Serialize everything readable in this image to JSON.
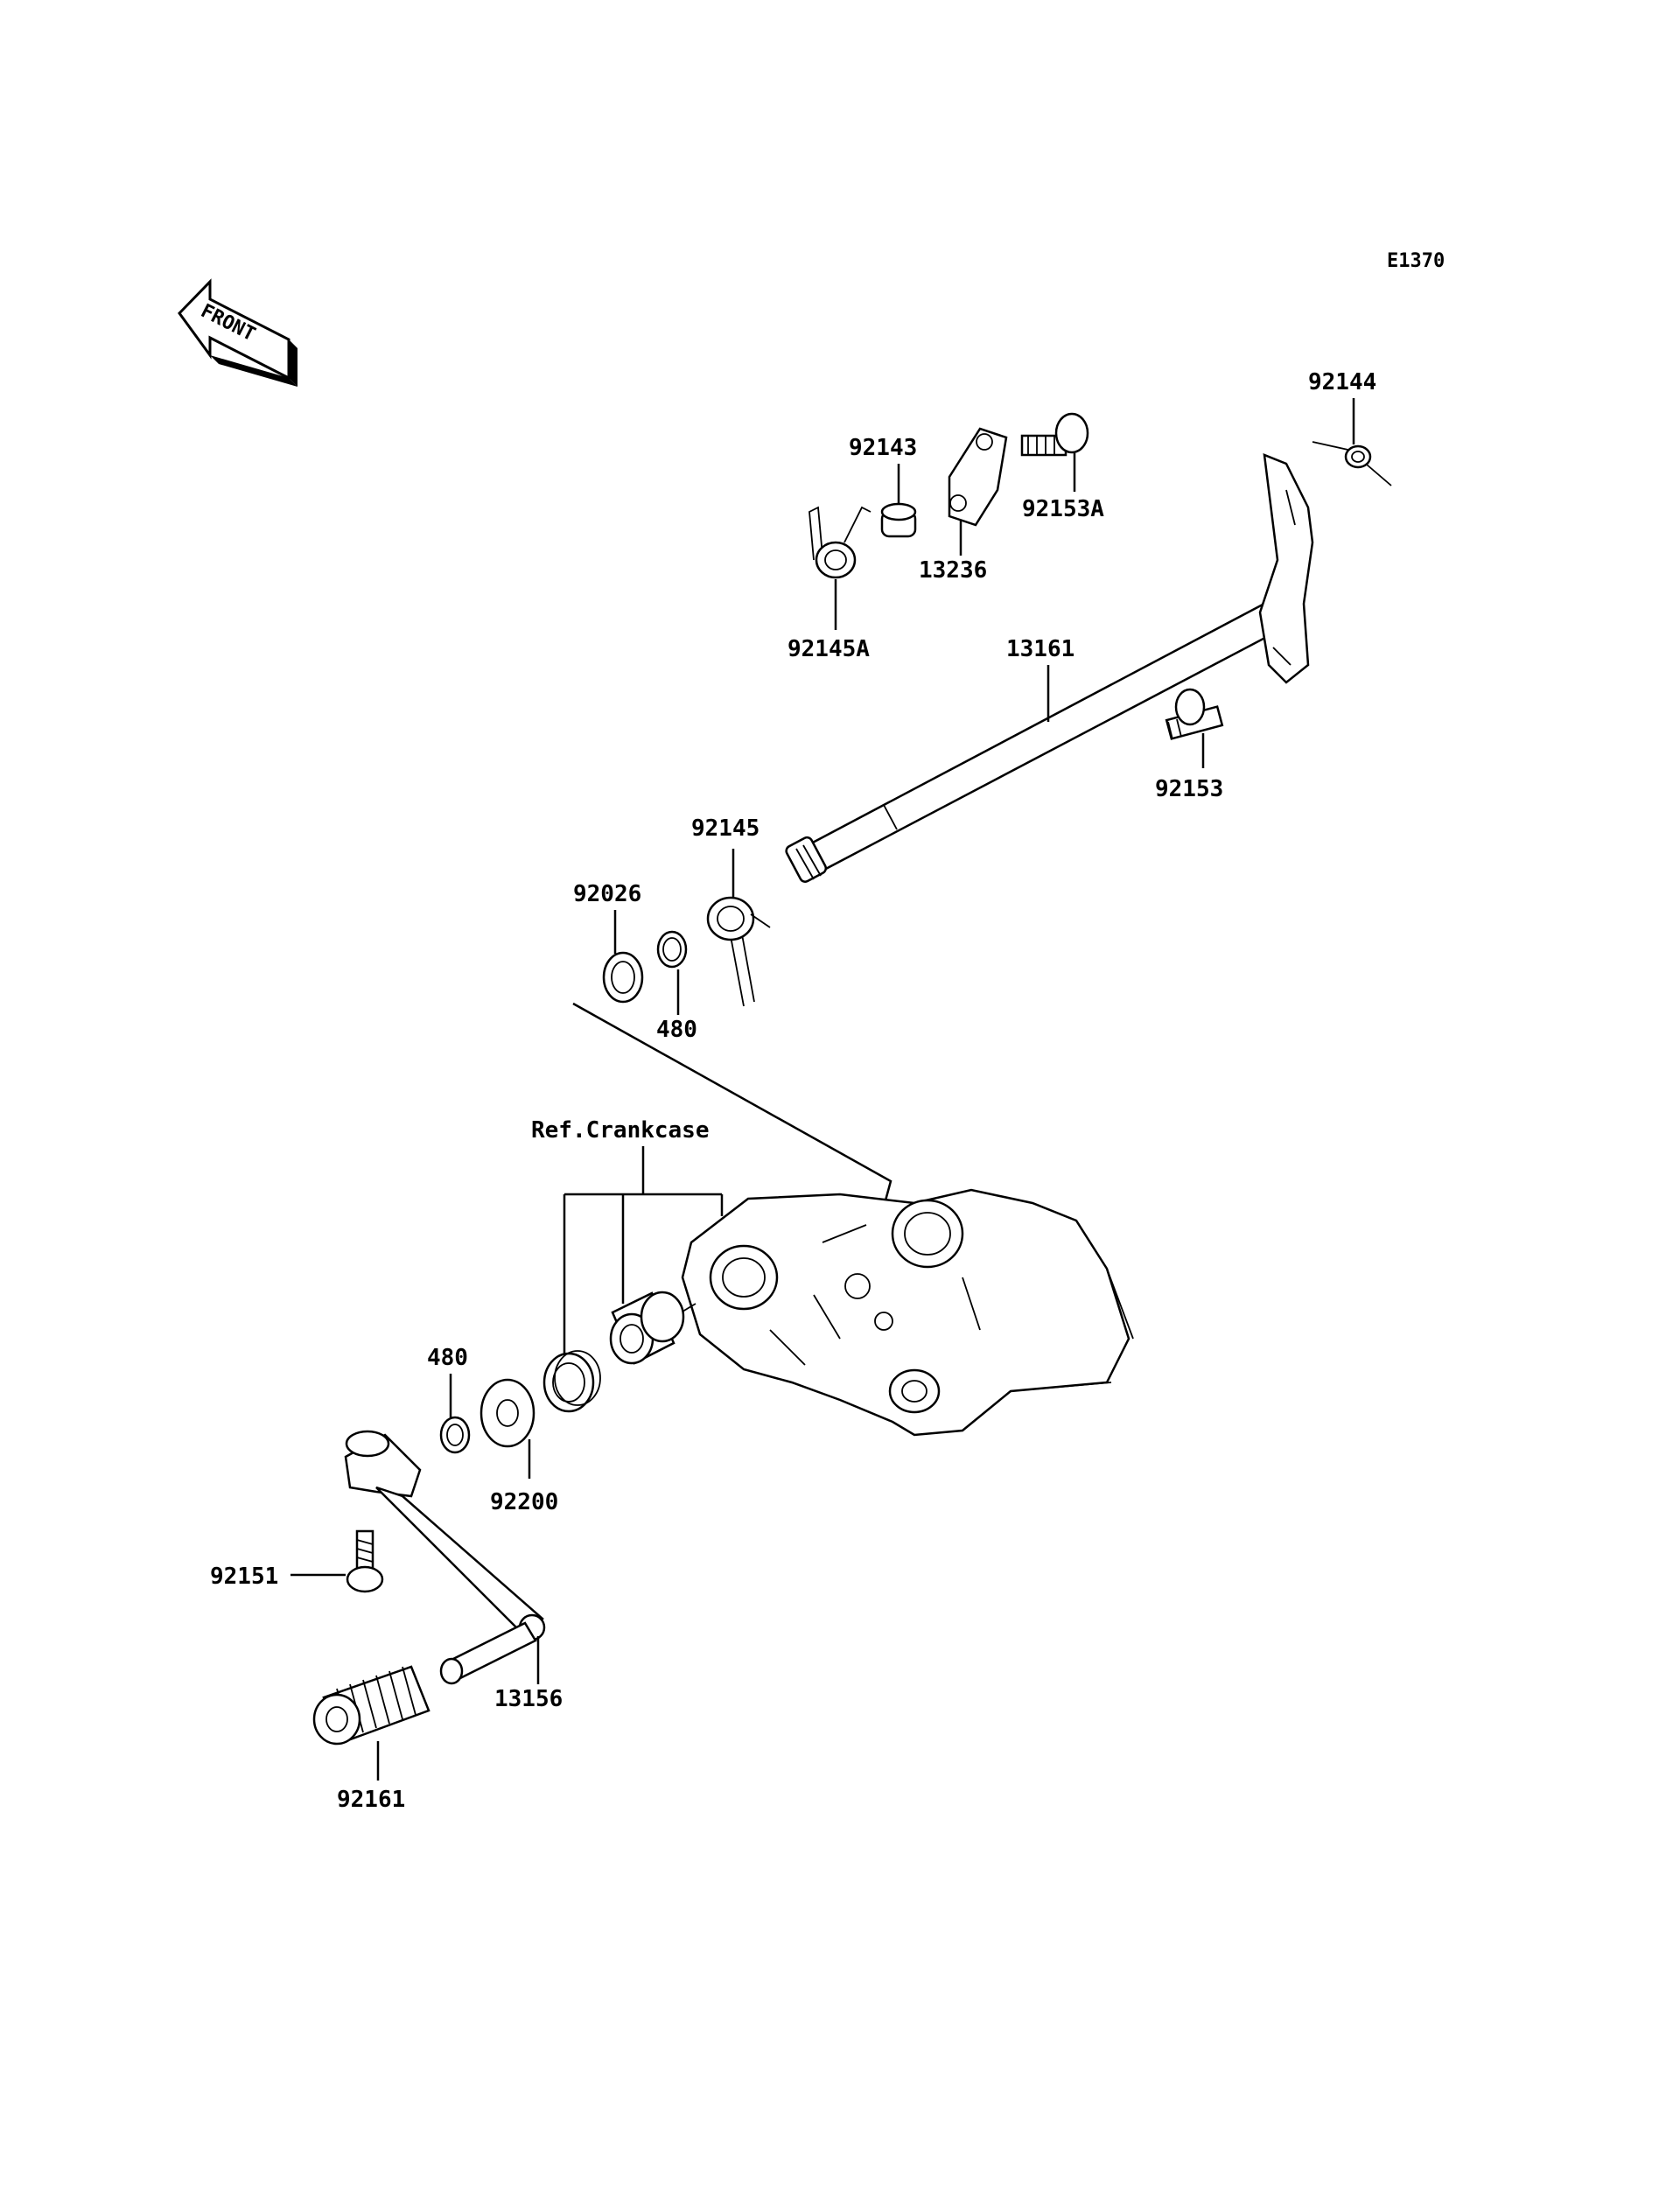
{
  "diagram": {
    "code": "E1370",
    "front_label": "FRONT",
    "ref_label": "Ref.Crankcase",
    "parts": [
      {
        "id": "p92144",
        "number": "92144"
      },
      {
        "id": "p92143",
        "number": "92143"
      },
      {
        "id": "p92153A",
        "number": "92153A"
      },
      {
        "id": "p13236",
        "number": "13236"
      },
      {
        "id": "p92145A",
        "number": "92145A"
      },
      {
        "id": "p13161",
        "number": "13161"
      },
      {
        "id": "p92153",
        "number": "92153"
      },
      {
        "id": "p92145",
        "number": "92145"
      },
      {
        "id": "p92026",
        "number": "92026"
      },
      {
        "id": "p480a",
        "number": "480"
      },
      {
        "id": "p480b",
        "number": "480"
      },
      {
        "id": "p92200",
        "number": "92200"
      },
      {
        "id": "p92151",
        "number": "92151"
      },
      {
        "id": "p13156",
        "number": "13156"
      },
      {
        "id": "p92161",
        "number": "92161"
      }
    ]
  }
}
